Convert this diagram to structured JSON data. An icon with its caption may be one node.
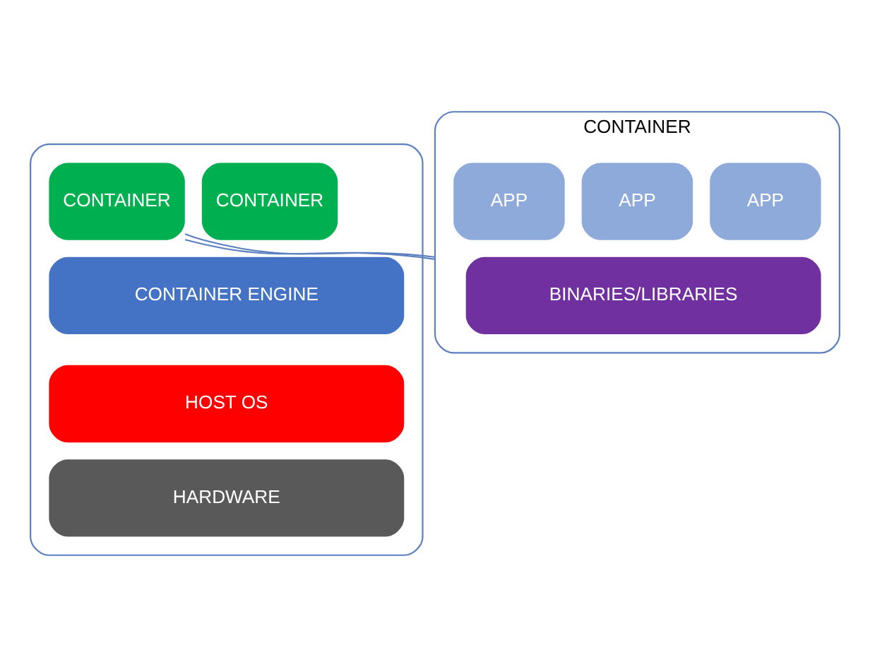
{
  "diagram": {
    "nodes": [
      {
        "text": [],
        "shape": "box"
      },
      {
        "text": [
          "CONTAINER"
        ],
        "in": 0
      },
      {
        "text": [
          "CONTAINER"
        ],
        "in": 0
      },
      {
        "text": [
          "CONTAINER ENGINE"
        ],
        "in": 0
      },
      {
        "text": [
          "HOST OS"
        ],
        "in": 0
      },
      {
        "text": [
          "HARDWARE"
        ],
        "in": 0
      },
      {
        "text": [
          "CONTAINER"
        ]
      },
      {
        "text": [
          "APP"
        ],
        "in": 6
      },
      {
        "text": [
          "APP"
        ],
        "in": 6
      },
      {
        "text": [
          "APP"
        ],
        "in": 6
      },
      {
        "text": [
          "BINARIES/LIBRARIES"
        ],
        "in": 6
      }
    ],
    "edges": [
      {
        "from": 2,
        "to": 6,
        "arrow": "none"
      },
      {
        "from": 2,
        "to": 6,
        "arrow": "none"
      }
    ]
  }
}
